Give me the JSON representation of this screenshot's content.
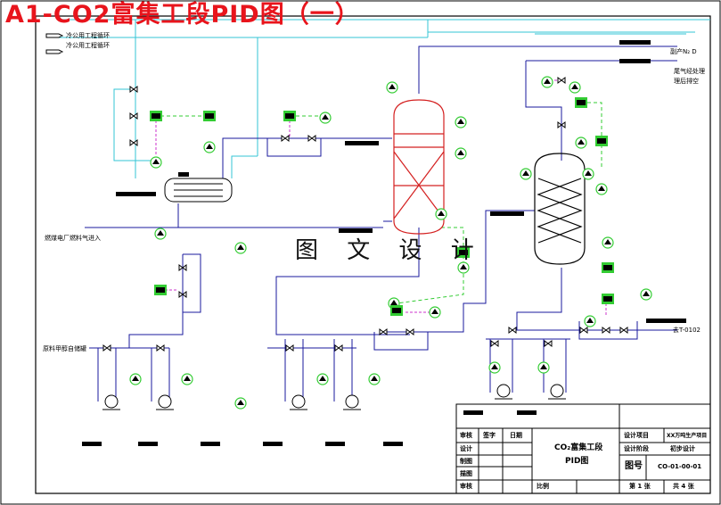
{
  "title": "A1-CO2富集工段PID图（一）",
  "watermark": "图 文 设 计",
  "labels": {
    "cooling_1": "冷公用工程循环",
    "cooling_2": "冷公用工程循环",
    "byproduct_n2": "副产N₂ D",
    "tail_gas": "尾气经处理",
    "tail_gas_2": "理后排空",
    "flue_gas_in": "燃煤电厂燃料气进入",
    "methanol_in": "原料甲醇自储罐",
    "to_t0102": "去T-0102"
  },
  "title_block": {
    "review": "审核",
    "sign": "签字",
    "date": "日期",
    "design": "设计",
    "draw": "制图",
    "trace": "描图",
    "check": "审核",
    "drawing_name_1": "CO₂富集工段",
    "drawing_name_2": "PID图",
    "scale": "比例",
    "project_label": "设计项目",
    "project_value": "XX万吨生产项目",
    "stage_label": "设计阶段",
    "stage_value": "初步设计",
    "drawing_no_label": "图号",
    "drawing_no_value": "CO-01-00-01",
    "sheet": "第 1 张",
    "total": "共 4 张"
  },
  "colors": {
    "title": "#e8141c",
    "process_line": "#1a1a9e",
    "cooling_line": "#33c6d6",
    "column": "#d42020",
    "instrument": "#33cc33",
    "signal_line": "#cc33cc"
  }
}
